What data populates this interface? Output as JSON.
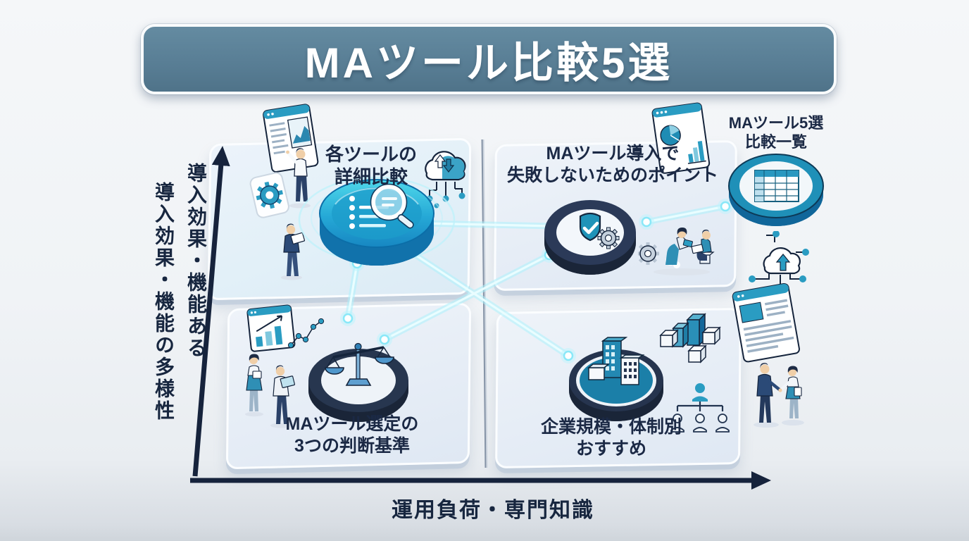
{
  "title": {
    "text": "MAツール比較5選"
  },
  "axes": {
    "y_label_outer": "導入効果・機能の多様性",
    "y_label_inner": "導入効果・機能ある",
    "x_label": "運用負荷・専門知識"
  },
  "quadrants": {
    "top_left": {
      "line1": "各ツールの",
      "line2": "詳細比較",
      "icon": "magnifier-checklist-icon"
    },
    "top_right": {
      "line1": "MAツール導入で",
      "line2": "失敗しないためのポイント",
      "icon": "shield-check-gear-icon"
    },
    "bottom_left": {
      "line1": "MAツール選定の",
      "line2": "3つの判断基準",
      "icon": "balance-scale-icon"
    },
    "bottom_right": {
      "line1": "企業規模・体制別",
      "line2": "おすすめ",
      "icon": "buildings-icon"
    }
  },
  "side_panel": {
    "line1": "MAツール5選",
    "line2": "比較一覧",
    "icon": "comparison-table-icon"
  },
  "icons": {
    "magnifier-checklist-icon": "🔍",
    "shield-check-gear-icon": "🛡✓⚙",
    "balance-scale-icon": "⚖",
    "buildings-icon": "🏢",
    "comparison-table-icon": "▦",
    "cloud-sync-icon": "☁⇅",
    "cloud-upload-icon": "☁↑",
    "gear-icon": "⚙",
    "browser-chart-icon": "▤📈",
    "org-chart-icon": "👤┬👥",
    "handshake-icon": "🤝",
    "cubes-icon": "▧"
  },
  "colors": {
    "banner": "#587d94",
    "background": "#f0f3f6",
    "panel": "#e6edf6",
    "navy_text": "#1b2945",
    "axis": "#16233c",
    "disk_cyan": "#1e9fd2",
    "disk_navy": "#2b3a58",
    "teal": "#2a9cc2",
    "glow_line": "#aef2fd"
  }
}
